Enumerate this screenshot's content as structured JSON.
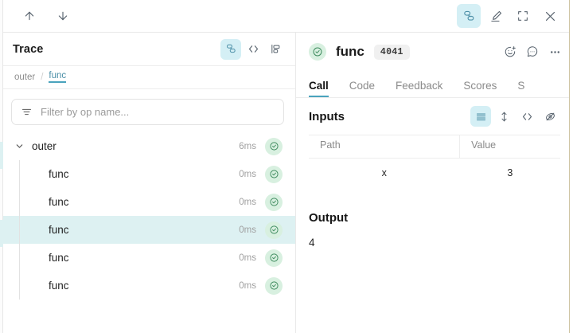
{
  "topbar": {
    "left_actions": [
      {
        "name": "arrow-up-icon",
        "label": "Previous"
      },
      {
        "name": "arrow-down-icon",
        "label": "Next"
      }
    ],
    "right_actions": [
      {
        "name": "layers-icon",
        "label": "Trace tree",
        "active": true
      },
      {
        "name": "highlighter-icon",
        "label": "Annotate",
        "active": false
      },
      {
        "name": "expand-icon",
        "label": "Full screen",
        "active": false
      },
      {
        "name": "close-icon",
        "label": "Close",
        "active": false
      }
    ]
  },
  "trace": {
    "title": "Trace",
    "header_icons": [
      {
        "name": "layers-icon",
        "label": "Tree view",
        "active": true
      },
      {
        "name": "code-icon",
        "label": "Code view",
        "active": false
      },
      {
        "name": "flamegraph-icon",
        "label": "Flame graph",
        "active": false
      }
    ],
    "breadcrumb": [
      {
        "label": "outer",
        "current": false
      },
      {
        "label": "func",
        "current": true
      }
    ],
    "breadcrumb_separator": "/",
    "filter": {
      "placeholder": "Filter by op name...",
      "value": ""
    },
    "rows": [
      {
        "label": "outer",
        "duration": "6ms",
        "status": "success",
        "depth": 0,
        "expanded": true,
        "selected": false
      },
      {
        "label": "func",
        "duration": "0ms",
        "status": "success",
        "depth": 1,
        "expanded": false,
        "selected": false
      },
      {
        "label": "func",
        "duration": "0ms",
        "status": "success",
        "depth": 1,
        "expanded": false,
        "selected": false
      },
      {
        "label": "func",
        "duration": "0ms",
        "status": "success",
        "depth": 1,
        "expanded": false,
        "selected": true
      },
      {
        "label": "func",
        "duration": "0ms",
        "status": "success",
        "depth": 1,
        "expanded": false,
        "selected": false
      },
      {
        "label": "func",
        "duration": "0ms",
        "status": "success",
        "depth": 1,
        "expanded": false,
        "selected": false
      }
    ]
  },
  "detail": {
    "status": "success",
    "title": "func",
    "id_badge": "4041",
    "header_icons": [
      {
        "name": "add-reaction-icon",
        "label": "Add reaction"
      },
      {
        "name": "comment-icon",
        "label": "Comment"
      },
      {
        "name": "more-options-icon",
        "label": "More options"
      }
    ],
    "tabs": [
      {
        "label": "Call",
        "active": true
      },
      {
        "label": "Code",
        "active": false
      },
      {
        "label": "Feedback",
        "active": false
      },
      {
        "label": "Scores",
        "active": false
      },
      {
        "label": "S",
        "active": false
      }
    ],
    "inputs": {
      "title": "Inputs",
      "view_icons": [
        {
          "name": "list-view-icon",
          "label": "List view",
          "active": true
        },
        {
          "name": "expand-rows-icon",
          "label": "Expand rows",
          "active": false
        },
        {
          "name": "code-icon",
          "label": "Code view",
          "active": false
        },
        {
          "name": "hide-icon",
          "label": "Hide",
          "active": false
        }
      ],
      "columns": [
        "Path",
        "Value"
      ],
      "rows": [
        {
          "path": "x",
          "value": "3"
        }
      ]
    },
    "output": {
      "title": "Output",
      "value": "4"
    }
  },
  "colors": {
    "accent_teal": "#4aa3bd",
    "accent_teal_bg": "#d4eff5",
    "selected_row_bg": "#ddf1f2",
    "status_green": "#3d8a5d",
    "status_green_bg": "#d8f0e0",
    "text_primary": "#1b1b1b",
    "text_muted": "#8b8b8b",
    "border": "#e9e9e9"
  }
}
